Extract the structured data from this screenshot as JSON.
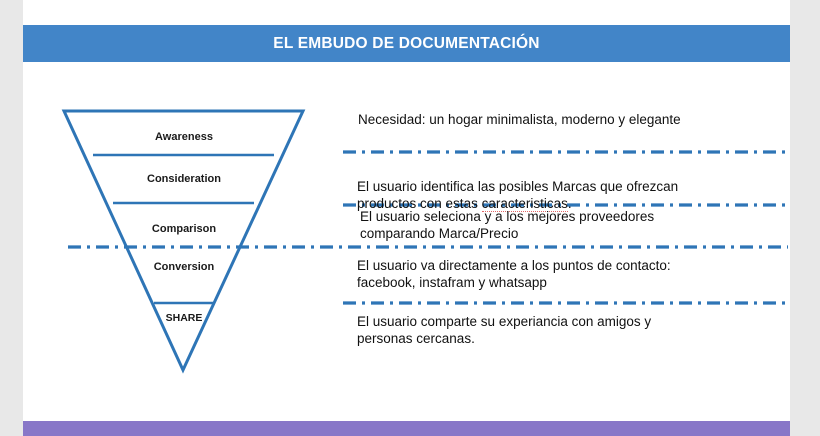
{
  "slide": {
    "title": "EL EMBUDO DE DOCUMENTACIÓN",
    "accent_blue": "#4285c8",
    "funnel_stroke": "#2e75b6",
    "dash_color": "#2e75b6",
    "bottom_band_purple": "#8877c8",
    "canvas_background": "#e8e8e8",
    "slide_background": "#ffffff"
  },
  "funnel": {
    "stages": [
      {
        "label": "Awareness"
      },
      {
        "label": "Consideration"
      },
      {
        "label": "Comparison"
      },
      {
        "label": "Conversion"
      },
      {
        "label": "SHARE"
      }
    ]
  },
  "notes": {
    "need": "Necesidad:  un hogar minimalista, moderno y elegante",
    "awareness_line1": "El usuario identifica las posibles Marcas que ofrezcan",
    "awareness_line2_pre": "productos con estas ",
    "awareness_line2_misspelled": "caracteristicas",
    "awareness_line2_post": ".",
    "comparison": " El usuario seleciona y a los mejores proveedores\n comparando Marca/Precio",
    "conversion": "El usuario va directamente a los puntos de contacto:\nfacebook, instafram y whatsapp",
    "share": "El usuario comparte su experiancia con amigos y\npersonas cercanas."
  }
}
